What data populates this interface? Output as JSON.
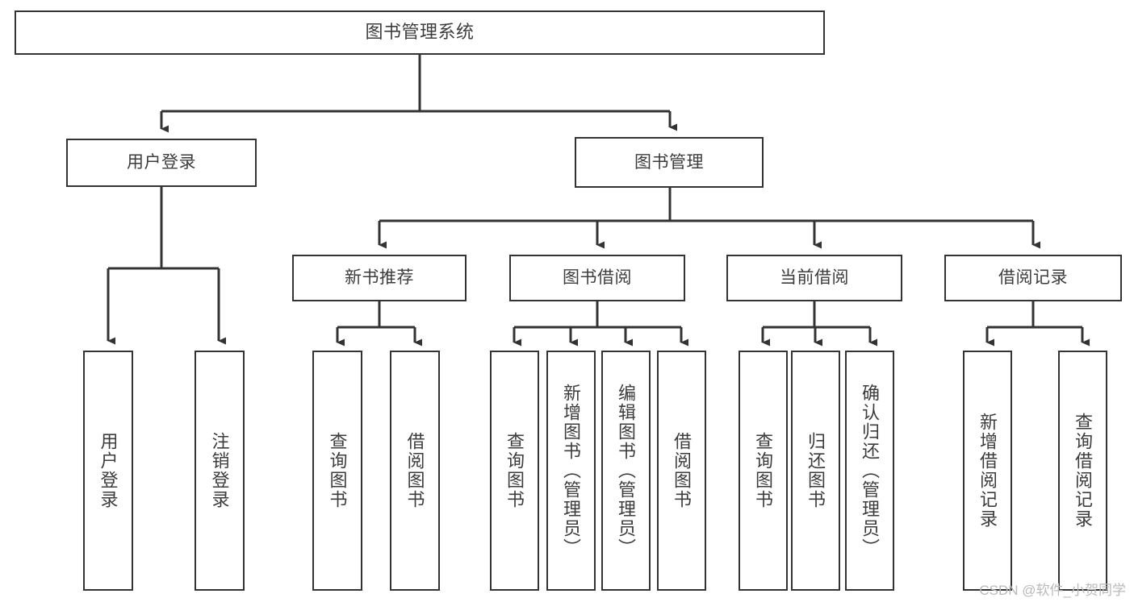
{
  "diagram": {
    "type": "tree",
    "title": "图书管理系统",
    "orientation": "top-down",
    "colors": {
      "background": "#ffffff",
      "box_border": "#333333",
      "box_fill": "#ffffff",
      "text": "#3c3c3c",
      "edge": "#333333",
      "watermark": "#b9b9b9"
    },
    "root": {
      "label": "图书管理系统"
    },
    "level1": [
      {
        "label": "用户登录"
      },
      {
        "label": "图书管理"
      }
    ],
    "level2": [
      {
        "label": "新书推荐"
      },
      {
        "label": "图书借阅"
      },
      {
        "label": "当前借阅"
      },
      {
        "label": "借阅记录"
      }
    ],
    "leaves": {
      "user_login": [
        {
          "label": "用户登录"
        },
        {
          "label": "注销登录"
        }
      ],
      "new_book_recommend": [
        {
          "label": "查询图书"
        },
        {
          "label": "借阅图书"
        }
      ],
      "book_borrow": [
        {
          "label": "查询图书"
        },
        {
          "label": "新增图书（管理员）"
        },
        {
          "label": "编辑图书（管理员）"
        },
        {
          "label": "借阅图书"
        }
      ],
      "current_borrow": [
        {
          "label": "查询图书"
        },
        {
          "label": "归还图书"
        },
        {
          "label": "确认归还（管理员）"
        }
      ],
      "borrow_record": [
        {
          "label": "新增借阅记录"
        },
        {
          "label": "查询借阅记录"
        }
      ]
    }
  },
  "watermark": {
    "text": "CSDN @软件_小贺同学"
  }
}
